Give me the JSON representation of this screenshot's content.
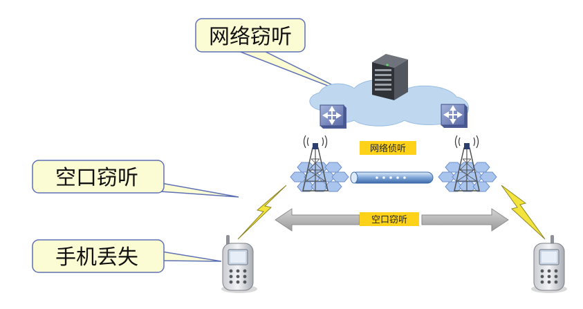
{
  "callouts": {
    "network": "网络窃听",
    "air": "空口窃听",
    "phone_loss": "手机丢失"
  },
  "tags": {
    "network_tap": "网络侦听",
    "air_tap": "空口窃听"
  },
  "icons": {
    "server": "server-rack-icon",
    "router": "router-icon",
    "tower": "cell-tower-icon",
    "phone": "mobile-phone-icon",
    "lightning": "lightning-bolt-icon"
  },
  "colors": {
    "callout_fill": "#FCFCD4",
    "callout_border": "#5C6FB5",
    "tag_fill": "#FFD21A",
    "cloud": "#BFD8F0",
    "hex": "#A9C5EE",
    "lightning": "#F2E43C",
    "arrow": "#B8B8B8"
  }
}
